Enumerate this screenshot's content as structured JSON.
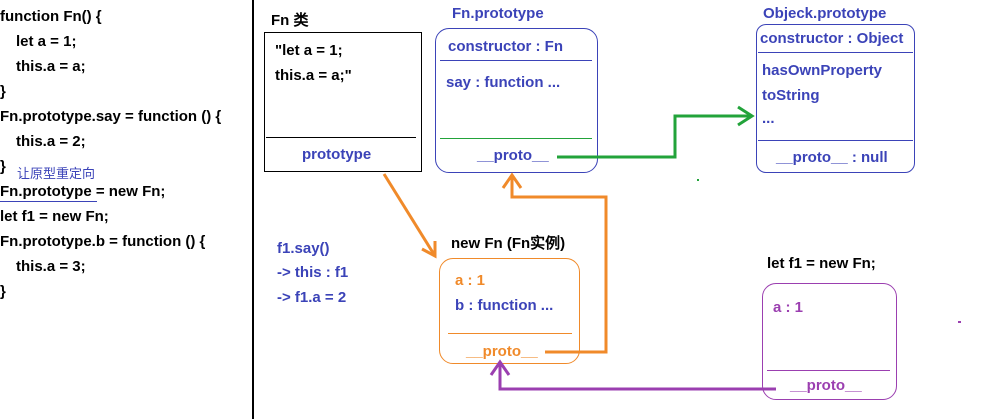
{
  "code": {
    "lines": [
      "function Fn() {",
      "let a = 1;",
      "this.a = a;",
      "}",
      "Fn.prototype.say = function () {",
      "this.a = 2;",
      "}",
      "Fn.prototype = new Fn;",
      "let f1 = new Fn;",
      "Fn.prototype.b = function () {",
      "this.a = 3;",
      "}"
    ],
    "note": "让原型重定向"
  },
  "fn_class": {
    "title": "Fn 类",
    "body_line1": "\"let a = 1;",
    "body_line2": "this.a = a;\"",
    "prototype_label": "prototype"
  },
  "fn_prototype": {
    "title": "Fn.prototype",
    "constructor": "constructor : Fn",
    "say": "say : function ...",
    "proto": "__proto__"
  },
  "object_prototype": {
    "title": "Objeck.prototype",
    "constructor": "constructor : Object",
    "has_own_property": "hasOwnProperty",
    "to_string": "toString",
    "ellipsis": "...",
    "proto": "__proto__ : null"
  },
  "instance": {
    "title": "new Fn (Fn实例)",
    "a": "a : 1",
    "b": "b : function ...",
    "proto": "__proto__"
  },
  "f1": {
    "title": "let f1 = new Fn;",
    "a": "a : 1",
    "proto": "__proto__"
  },
  "calls": {
    "line1": "f1.say()",
    "line2": "-> this : f1",
    "line3": "-> f1.a = 2"
  },
  "colors": {
    "blue": "#3b43b8",
    "orange": "#f08a2a",
    "green": "#22a33a",
    "purple": "#9b3fb0"
  }
}
